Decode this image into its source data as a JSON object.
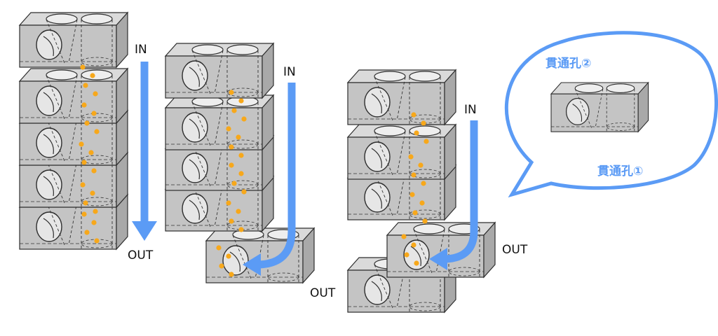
{
  "labels": {
    "in": "IN",
    "out": "OUT"
  },
  "callout": {
    "hole_2": "貫通孔②",
    "hole_1": "貫通孔①"
  },
  "colors": {
    "block_fill": "#c4c4c4",
    "block_stroke": "#2e2e2e",
    "arrow": "#5b9bf5",
    "particle": "#f7a81b",
    "callout_stroke": "#5b9bf5",
    "callout_text": "#5b9bf5"
  },
  "assemblies": [
    {
      "name": "vertical-stack",
      "blocks": 5
    },
    {
      "name": "l-shaped-stack",
      "blocks": 5
    },
    {
      "name": "offset-stack",
      "blocks": 5
    }
  ]
}
